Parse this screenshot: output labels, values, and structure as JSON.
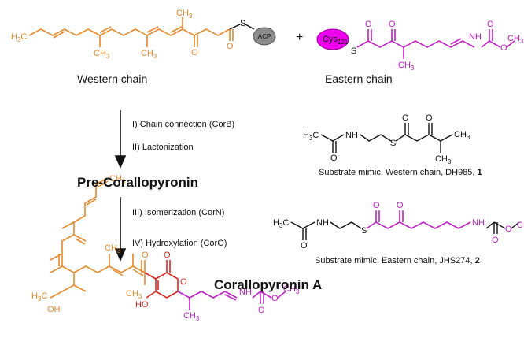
{
  "labels": {
    "western_chain": "Western chain",
    "eastern_chain": "Eastern chain",
    "plus": "+"
  },
  "atoms": {
    "acp": "ACP",
    "cys": "Cys",
    "cys_sub": "121",
    "s": "S",
    "o": "O",
    "nh": "NH",
    "ho": "HO",
    "oh": "OH",
    "h3c": "H3C",
    "ch3": "CH3"
  },
  "steps": [
    {
      "text": "I)  Chain connection (CorB)"
    },
    {
      "text": "II) Lactonization"
    },
    {
      "text": "III)  Isomerization (CorN)"
    },
    {
      "text": "IV) Hydroxylation (CorO)"
    }
  ],
  "intermediate": "Pre-Corallopyronin",
  "product": "Corallopyronin A",
  "mimics": [
    {
      "text": "Substrate mimic, Western chain, DH985, ",
      "num": "1"
    },
    {
      "text": "Substrate mimic, Eastern chain, JHS274, ",
      "num": "2"
    }
  ],
  "colors": {
    "western": "#e8892a",
    "eastern": "#c21ec8",
    "cys_fill": "#ee00ee",
    "acp_fill": "#8c8c8c",
    "product_ring": "#e0241e",
    "black": "#111111"
  }
}
